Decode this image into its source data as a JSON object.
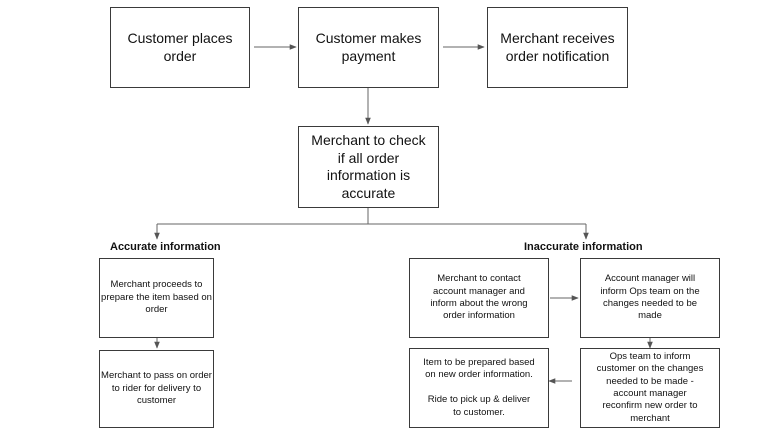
{
  "nodes": {
    "n1": "Customer places\norder",
    "n2": "Customer makes\npayment",
    "n3": "Merchant receives\norder notification",
    "n4": "Merchant to check\nif all order\ninformation is\naccurate",
    "a1": "Merchant proceeds to\nprepare the item based on\norder",
    "a2": "Merchant to pass on order\nto rider for delivery to\ncustomer",
    "i1": "Merchant to contact\naccount manager and\ninform about the wrong\norder information",
    "i2": "Account manager will\ninform Ops team on the\nchanges needed to be\nmade",
    "i3": "Ops team to inform\ncustomer on the changes\nneeded to be made -\naccount manager\nreconfirm new order to\nmerchant",
    "i4": "Item to be prepared based\non new order information.\n\nRide to pick up & deliver\nto customer."
  },
  "branches": {
    "accurate": "Accurate information",
    "inaccurate": "Inaccurate information"
  }
}
